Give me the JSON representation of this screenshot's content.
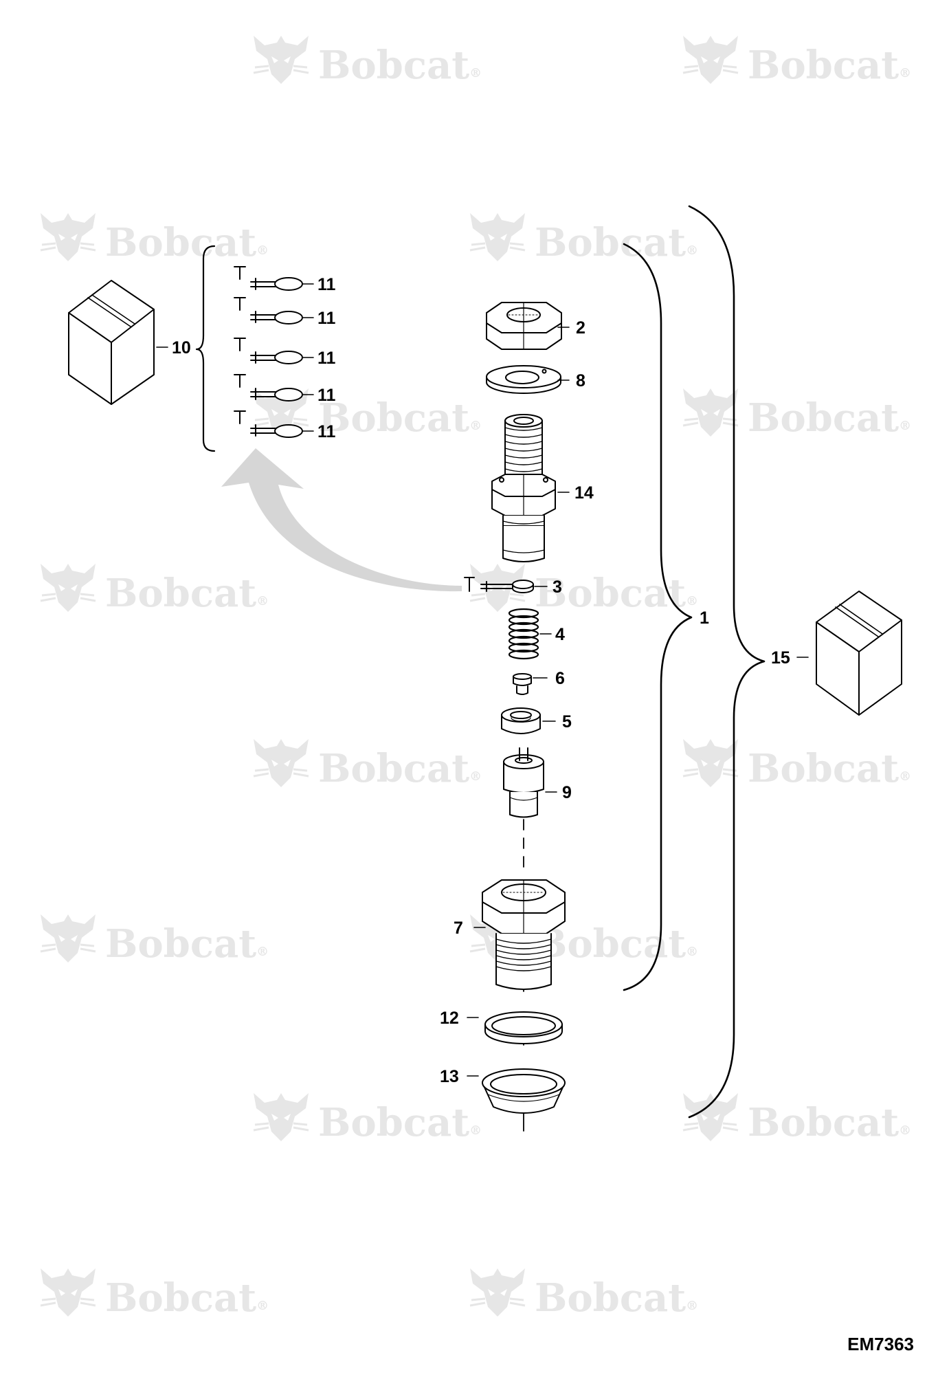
{
  "watermark": {
    "brand": "Bobcat",
    "registered": "®"
  },
  "callouts": {
    "assembly": "1",
    "nut": "2",
    "shim": "3",
    "spring": "4",
    "spacer": "5",
    "pin": "6",
    "retaining_nut": "7",
    "washer": "8",
    "nozzle": "9",
    "shim_kit": "10",
    "kit_shim": "11",
    "gasket": "12",
    "seal": "13",
    "body": "14",
    "kit": "15"
  },
  "drawing_code": "EM7363",
  "colors": {
    "line": "#000000",
    "watermark": "#e6e6e6",
    "arrow": "#d6d6d6"
  }
}
